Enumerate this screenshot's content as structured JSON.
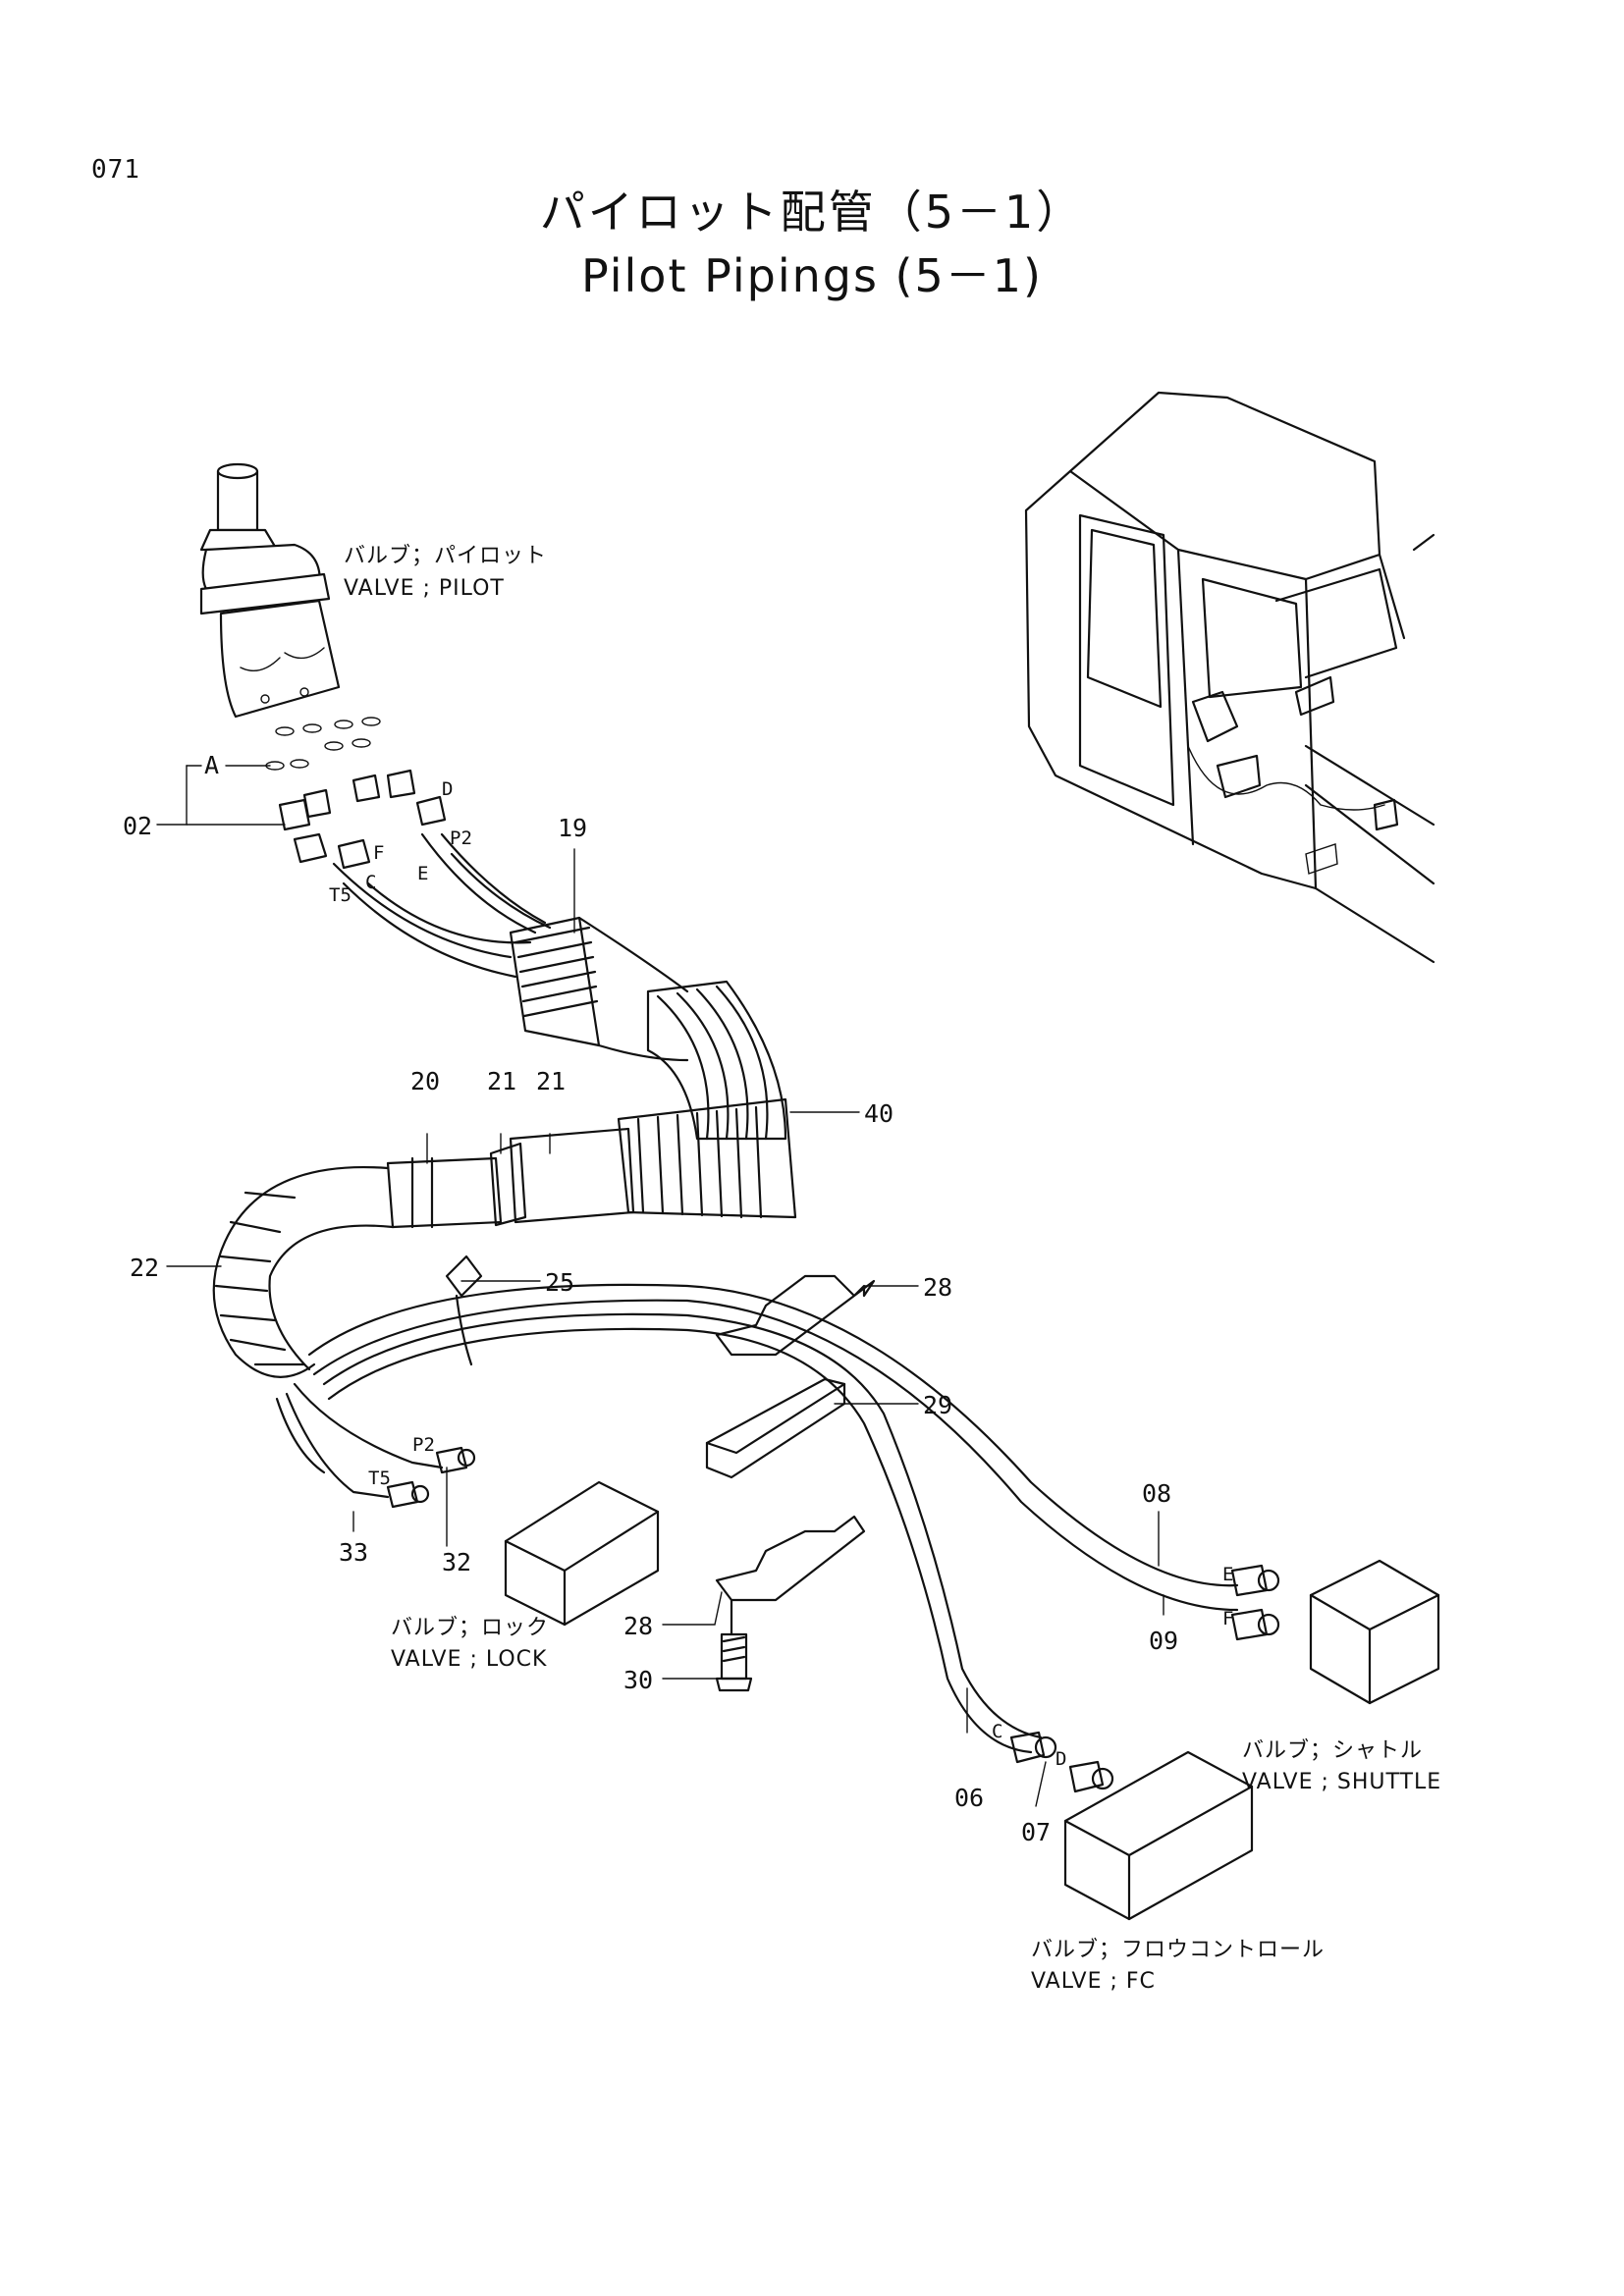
{
  "page_number": "071",
  "title_jp": "パイロット配管（5－1）",
  "title_en": "Pilot Pipings (5－1)",
  "callouts": [
    {
      "id": "02",
      "text": "02"
    },
    {
      "id": "A",
      "text": "A"
    },
    {
      "id": "19",
      "text": "19"
    },
    {
      "id": "20",
      "text": "20"
    },
    {
      "id": "21a",
      "text": "21"
    },
    {
      "id": "21b",
      "text": "21"
    },
    {
      "id": "40",
      "text": "40"
    },
    {
      "id": "22",
      "text": "22"
    },
    {
      "id": "25",
      "text": "25"
    },
    {
      "id": "28a",
      "text": "28"
    },
    {
      "id": "29",
      "text": "29"
    },
    {
      "id": "28b",
      "text": "28"
    },
    {
      "id": "30",
      "text": "30"
    },
    {
      "id": "33",
      "text": "33"
    },
    {
      "id": "32",
      "text": "32"
    },
    {
      "id": "08",
      "text": "08"
    },
    {
      "id": "09",
      "text": "09"
    },
    {
      "id": "06",
      "text": "06"
    },
    {
      "id": "07",
      "text": "07"
    }
  ],
  "port_labels": {
    "D": "D",
    "P2": "P2",
    "F": "F",
    "E": "E",
    "C": "C",
    "T5": "T5",
    "P2_lower": "P2",
    "T5_lower": "T5",
    "E_right": "E",
    "F_right": "F",
    "C_lower": "C",
    "D_lower": "D"
  },
  "component_captions": {
    "pilot_jp": "バルブ；パイロット",
    "pilot_en": "VALVE ; PILOT",
    "lock_jp": "バルブ；ロック",
    "lock_en": "VALVE ; LOCK",
    "shuttle_jp": "バルブ；シャトル",
    "shuttle_en": "VALVE ; SHUTTLE",
    "fc_jp": "バルブ；フロウコントロール",
    "fc_en": "VALVE ; FC"
  }
}
